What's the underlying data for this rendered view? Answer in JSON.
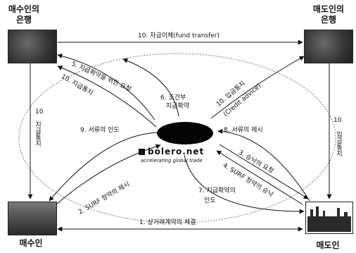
{
  "nodes": {
    "buyer_bank": "매수인의\n은행",
    "seller_bank": "매도인의\n은행",
    "buyer": "매수인",
    "seller": "매도인"
  },
  "hub": {
    "brand": "bolero.net",
    "tagline": "accelerating global trade"
  },
  "edges": {
    "e10_fund_transfer": "10. 자금이체(fund transfer)",
    "e5_payment_confirm_request": "5. 지급확약을 위한 요청",
    "e10_payment_notice_bank": "10. 지급통지",
    "e6_conditional_line1": "6. 조건부",
    "e6_conditional_line2": "지급확약",
    "e10_credit_advice_line1": "10. 입금통지",
    "e10_credit_advice_line2": "(Credit advice)",
    "e10_left_num": "10",
    "e10_left_text": "지급통지",
    "e10_right_num": "10",
    "e10_right_text": "입금통지",
    "e9_doc_delivery": "9. 서류의 인도",
    "e8_doc_presentation": "8. 서류의 제시",
    "e3_approval_request": "3. 승낙의 요청",
    "e4_surf_acceptance": "4. SURF 청약의 승낙",
    "e2_surf_offer": "2. SURF 청약의 제시",
    "e7_line1": "7. 지급확약의",
    "e7_line2": "인도",
    "e1_contract": "1. 상거래계약의 체결"
  }
}
